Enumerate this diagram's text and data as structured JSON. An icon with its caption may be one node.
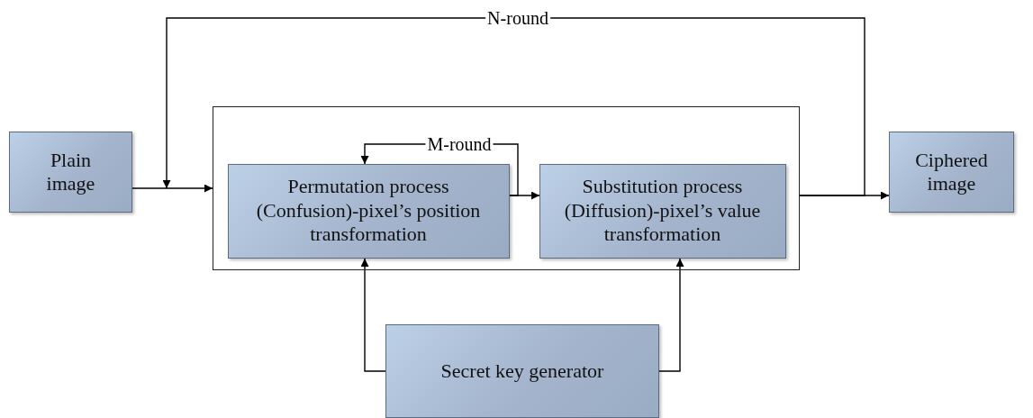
{
  "diagram": {
    "nodes": [
      {
        "text": [
          "Plain image"
        ]
      },
      {
        "text": [],
        "shape": "box"
      },
      {
        "text": [
          "Permutation process (Confusion)-pixel’s position transformation"
        ],
        "in": 1
      },
      {
        "text": [
          "Substitution process (Diffusion)-pixel’s value transformation"
        ],
        "in": 1
      },
      {
        "text": [
          "Ciphered image"
        ]
      },
      {
        "text": [
          "Secret key generator"
        ]
      }
    ],
    "edges": [
      {
        "from": 0,
        "to": 1,
        "arrow": "to"
      },
      {
        "from": 2,
        "to": 3,
        "arrow": "to"
      },
      {
        "from": 2,
        "to": 2,
        "arrow": "to",
        "label": "M-round"
      },
      {
        "from": 1,
        "to": 4,
        "arrow": "to"
      },
      {
        "from": 1,
        "to": null,
        "arrow": "to",
        "label": "N-round"
      },
      {
        "from": 5,
        "to": 2,
        "arrow": "to"
      },
      {
        "from": 5,
        "to": 3,
        "arrow": "to"
      }
    ]
  }
}
